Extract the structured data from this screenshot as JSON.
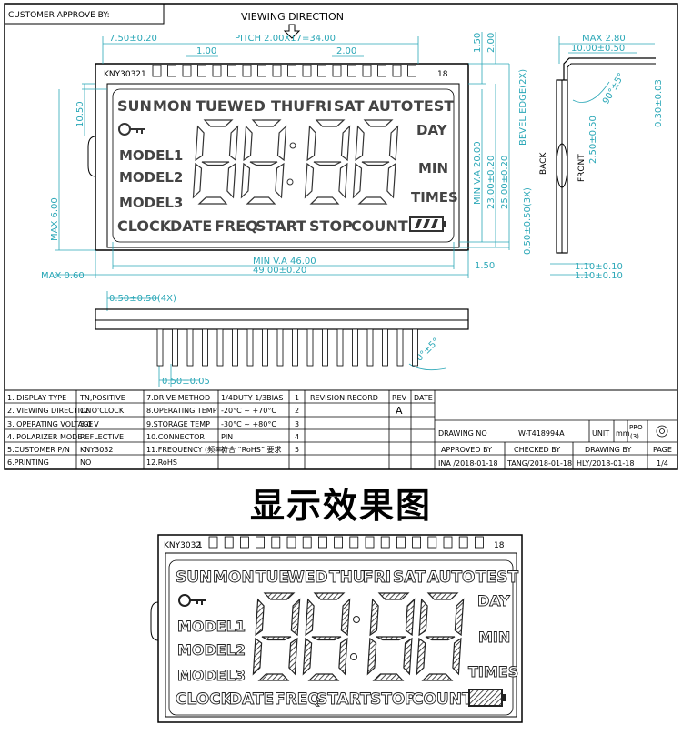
{
  "header": {
    "customer_approve": "CUSTOMER APPROVE BY:",
    "viewing_direction": "VIEWING DIRECTION"
  },
  "dims": {
    "d_750": "7.50±0.20",
    "pitch": "PITCH 2.00X17=34.00",
    "d_100": "1.00",
    "d_200": "2.00",
    "d_150_top": "1.50",
    "d_200_top": "2.00",
    "d_1050": "10.50",
    "max600": "MAX 6.00",
    "max060": "MAX 0.60",
    "minva2000": "MIN V.A 20.00",
    "d_2300": "23.00±0.20",
    "d_2500": "25.00±0.20",
    "d_150_bot": "1.50",
    "minva4600": "MIN V.A 46.00",
    "d_4900": "49.00±0.20",
    "max280": "MAX 2.80",
    "d_1000": "10.00±0.50",
    "bevel": "BEVEL EDGE(2X)",
    "d_030": "0.30±0.03",
    "ang90_top": "90°±5°",
    "d_250": "2.50±0.50",
    "back": "BACK",
    "front": "FRONT",
    "d_050_3x": "0.50±0.50(3X)",
    "d_110a": "1.10±0.10",
    "d_110b": "1.10±0.10",
    "d_050_4x": "0.50±0.50(4X)",
    "d_050_005": "0.50±0.05",
    "ang90_bot": "90°±5°"
  },
  "lcd": {
    "part": "KNY3032",
    "pin_first": "1",
    "pin_last": "18",
    "days": [
      "SUN",
      "MON",
      "TUE",
      "WED",
      "THU",
      "FRI",
      "SAT",
      "AUTO",
      "TEST"
    ],
    "models": [
      "MODEL1",
      "MODEL2",
      "MODEL3"
    ],
    "right": [
      "DAY",
      "MIN",
      "TIMES"
    ],
    "bottom": [
      "CLOCK",
      "DATE",
      "FREQ",
      "START",
      "STOP",
      "COUNT"
    ]
  },
  "spec_table": {
    "rows": [
      [
        "1. DISPLAY TYPE",
        "TN,POSITIVE",
        "7.DRIVE  METHOD",
        "1/4DUTY 1/3BIAS"
      ],
      [
        "2. VIEWING DIRECTION",
        "12 O'CLOCK",
        "8.OPERATING TEMP",
        "-20°C ~ +70°C"
      ],
      [
        "3. OPERATING VOLTAGE",
        "3.0 V",
        "9.STORAGE  TEMP",
        "-30°C ~ +80°C"
      ],
      [
        "4. POLARIZER MODE",
        "REFLECTIVE",
        "10.CONNECTOR",
        "PIN"
      ],
      [
        "5.CUSTOMER P/N",
        "KNY3032",
        "11.FREQUENCY (频率)",
        "符合 “RoHS” 要求"
      ],
      [
        "6.PRINTING",
        "NO",
        "12.RoHS",
        ""
      ]
    ],
    "rev_nums": [
      "1",
      "2",
      "3",
      "4",
      "5"
    ]
  },
  "revision": {
    "header": "REVISION RECORD",
    "rev": "REV",
    "date": "DATE",
    "rev_value": "A"
  },
  "titleblock": {
    "drawing_no_label": "DRAWING NO",
    "drawing_no": "W-T418994A",
    "unit_label": "UNIT",
    "unit": "mm",
    "pro_label": "PRO",
    "pro_value": "(3)",
    "approved_by": "APPROVED BY",
    "checked_by": "CHECKED BY",
    "drawing_by": "DRAWING BY",
    "page": "PAGE",
    "approved": "INA /2018-01-18",
    "checked": "TANG/2018-01-18",
    "drawn": "HLY/2018-01-18",
    "page_value": "1/4"
  },
  "caption": "显示效果图",
  "colors": {
    "dim": "#2aa7b7",
    "line": "#000000",
    "segment": "#3a3a3a"
  }
}
